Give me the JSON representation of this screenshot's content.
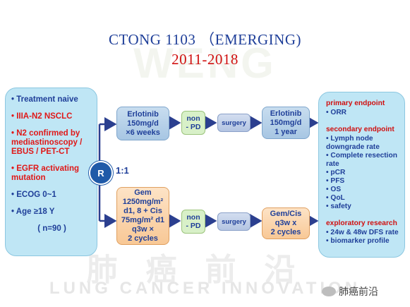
{
  "title": "CTONG 1103 （EMERGING)",
  "subtitle": "2011-2018",
  "watermark": {
    "top": "WENG",
    "chinese": "肺癌前沿",
    "english": "LUNG CANCER INNOVATION"
  },
  "criteria": [
    {
      "text": "• Treatment naive",
      "color": "#1f3f99"
    },
    {
      "text": "• IIIA-N2 NSCLC",
      "color": "#e01818"
    },
    {
      "text": "• N2 confirmed by mediastinoscopy / EBUS / PET-CT",
      "color": "#e01818"
    },
    {
      "text": "• EGFR activating mutation",
      "color": "#e01818"
    },
    {
      "text": "• ECOG 0~1",
      "color": "#1f3f99"
    },
    {
      "text": "• Age ≥18 Y",
      "color": "#1f3f99"
    }
  ],
  "sample_size": "( n=90 )",
  "randomization": {
    "label": "R",
    "ratio": "1:1"
  },
  "arm1": {
    "induction": [
      "Erlotinib",
      "150mg/d",
      "×6 weeks"
    ],
    "response": [
      "non",
      "- PD"
    ],
    "surgery": "surgery",
    "maintenance": [
      "Erlotinib",
      "150mg/d",
      "1 year"
    ]
  },
  "arm2": {
    "induction": [
      "Gem",
      "1250mg/m²",
      "d1, 8 + Cis",
      "75mg/m² d1",
      "q3w ×",
      "2 cycles"
    ],
    "response": [
      "non",
      "- PD"
    ],
    "surgery": "surgery",
    "adjuvant": [
      "Gem/Cis",
      "q3w x",
      "2 cycles"
    ]
  },
  "endpoints": {
    "primary_title": "primary endpoint",
    "primary": [
      "• ORR"
    ],
    "secondary_title": "secondary endpoint",
    "secondary": [
      "• Lymph node downgrade rate",
      "• Complete resection rate",
      "• pCR",
      "• PFS",
      "• OS",
      "• QoL",
      "• safety"
    ],
    "exploratory_title": "exploratory research",
    "exploratory": [
      "• 24w & 48w DFS rate",
      "• biomarker profile"
    ]
  },
  "logo": {
    "icon": "wechat-icon",
    "text": "肺癌前沿"
  },
  "colors": {
    "navy": "#1f3f99",
    "red": "#d01010",
    "light_blue": "#bfe6f5",
    "arrow": "#2b3f8f"
  }
}
